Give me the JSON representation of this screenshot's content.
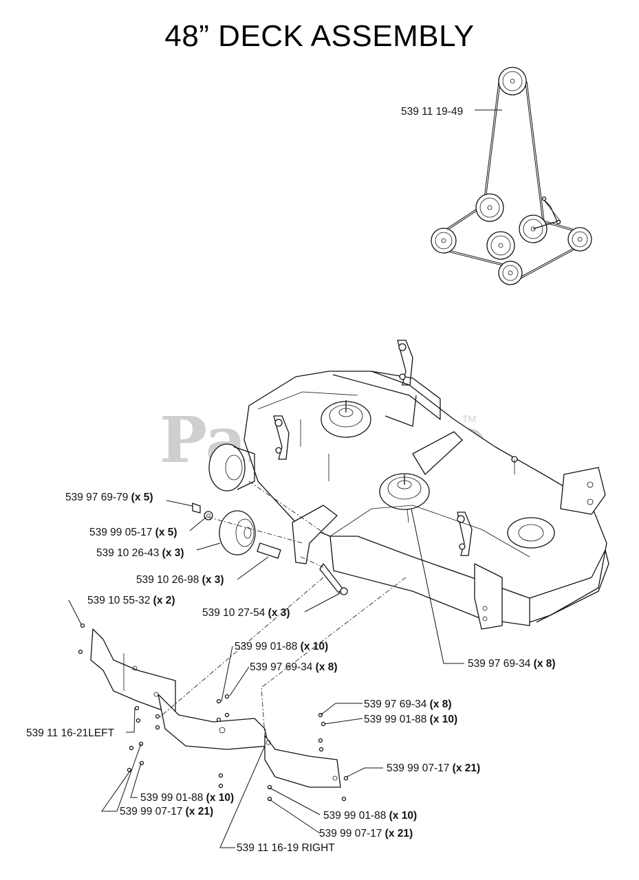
{
  "title": "48” DECK ASSEMBLY",
  "watermark": {
    "text": "Partstree",
    "tm": "TM",
    "color": "#cfcfcf"
  },
  "callouts": [
    {
      "part": "539 11 19-49",
      "qty": ""
    },
    {
      "part": "539 97 69-79",
      "qty": "(x 5)"
    },
    {
      "part": "539 99 05-17",
      "qty": "(x 5)"
    },
    {
      "part": "539 10 26-43",
      "qty": "(x 3)"
    },
    {
      "part": "539 10 26-98",
      "qty": "(x 3)"
    },
    {
      "part": "539 10 55-32",
      "qty": "(x 2)"
    },
    {
      "part": "539 10 27-54",
      "qty": "(x 3)"
    },
    {
      "part": "539 99 01-88",
      "qty": "(x 10)"
    },
    {
      "part": "539 97 69-34",
      "qty": "(x 8)"
    },
    {
      "part": "539 97 69-34",
      "qty": "(x 8)"
    },
    {
      "part": "539 97 69-34",
      "qty": "(x 8)"
    },
    {
      "part": "539 99 01-88",
      "qty": "(x 10)"
    },
    {
      "part": "539 11 16-21LEFT",
      "qty": ""
    },
    {
      "part": "539 99 07-17",
      "qty": "(x 21)"
    },
    {
      "part": "539 99 01-88",
      "qty": "(x 10)"
    },
    {
      "part": "539 99 07-17",
      "qty": "(x 21)"
    },
    {
      "part": "539 99 01-88",
      "qty": "(x 10)"
    },
    {
      "part": "539 99 07-17",
      "qty": "(x 21)"
    },
    {
      "part": "539 11 16-19 RIGHT",
      "qty": ""
    }
  ]
}
